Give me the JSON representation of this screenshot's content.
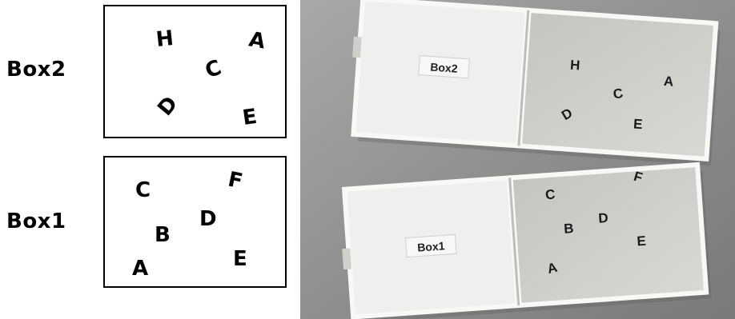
{
  "left_diagram": {
    "row_labels": {
      "top": "Box2",
      "bottom": "Box1"
    },
    "box2_letters": [
      "H",
      "A",
      "C",
      "D",
      "E"
    ],
    "box1_letters": [
      "C",
      "F",
      "D",
      "B",
      "A",
      "E"
    ]
  },
  "photo": {
    "box2_tray_label": "Box2",
    "box1_tray_label": "Box1",
    "box2_letters": [
      "H",
      "C",
      "A",
      "D",
      "E"
    ],
    "box1_letters": [
      "C",
      "F",
      "B",
      "D",
      "E",
      "A"
    ],
    "colors": {
      "background": "#8e8e8e",
      "tray_left": "#eeeeec",
      "tray_right": "#dcdcd8",
      "rim": "#f6f6f4"
    }
  }
}
